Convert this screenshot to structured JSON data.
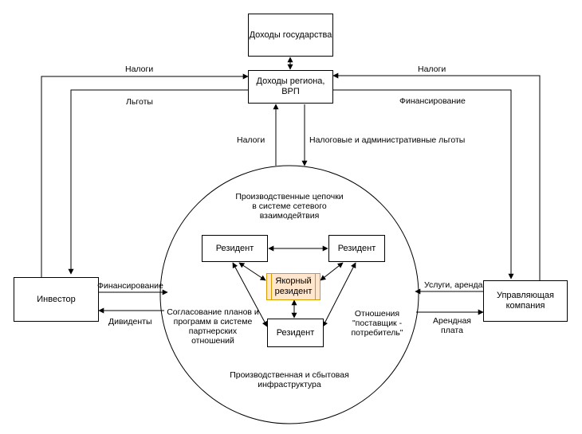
{
  "nodes": {
    "state_income": "Доходы государства",
    "region_income": "Доходы региона, ВРП",
    "investor": "Инвестор",
    "management_company": "Управляющая компания",
    "resident_left": "Резидент",
    "resident_right": "Резидент",
    "resident_bottom": "Резидент",
    "anchor_resident": "Якорный резидент"
  },
  "labels": {
    "taxes_left": "Налоги",
    "benefits_left": "Льготы",
    "taxes_right": "Налоги",
    "financing_right": "Финансирование",
    "taxes_center": "Налоги",
    "tax_admin_benefits": "Налоговые и административные льготы",
    "production_chains": "Производственные цепочки в системе сетевого взаимодейтвия",
    "financing_investor": "Финансирование",
    "dividends": "Дивиденты",
    "agreement": "Согласование планов и программ в системе партнерских отношений",
    "supplier_consumer": "Отношения \"поставщик - потребитель\"",
    "services_rent": "Услуги, аренда",
    "rent_payment": "Арендная плата",
    "infrastructure": "Производственная и сбытовая инфраструктура"
  },
  "colors": {
    "line": "#000000",
    "anchor_fill": "#ffe6cc",
    "anchor_stroke": "#d79b00"
  }
}
